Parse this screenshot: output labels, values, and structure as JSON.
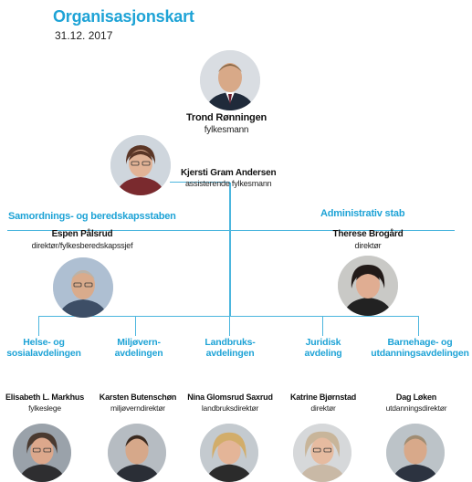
{
  "header": {
    "title": "Organisasjonskart",
    "date": "31.12. 2017"
  },
  "leaders": [
    {
      "name": "Trond Rønningen",
      "role": "fylkesmann"
    },
    {
      "name": "Kjersti Gram Andersen",
      "role": "assisterende fylkesmann"
    }
  ],
  "staffs": [
    {
      "unit": "Samordnings- og beredskapsstaben",
      "name": "Espen Pålsrud",
      "role": "direktør/fylkesberedskapssjef"
    },
    {
      "unit": "Administrativ stab",
      "name": "Therese Brogård",
      "role": "direktør"
    }
  ],
  "departments": [
    {
      "unit_line1": "Helse- og",
      "unit_line2": "sosialavdelingen",
      "name": "Elisabeth L. Markhus",
      "role": "fylkeslege"
    },
    {
      "unit_line1": "Miljøvern-",
      "unit_line2": "avdelingen",
      "name": "Karsten Butenschøn",
      "role": "miljøverndirektør"
    },
    {
      "unit_line1": "Landbruks-",
      "unit_line2": "avdelingen",
      "name": "Nina Glomsrud Saxrud",
      "role": "landbruksdirektør"
    },
    {
      "unit_line1": "Juridisk",
      "unit_line2": "avdeling",
      "name": "Katrine Bjørnstad",
      "role": "direktør"
    },
    {
      "unit_line1": "Barnehage- og",
      "unit_line2": "utdanningsavdelingen",
      "name": "Dag Løken",
      "role": "utdanningsdirektør"
    }
  ],
  "colors": {
    "accent": "#1ea3d6",
    "connector": "#4cb6de"
  }
}
